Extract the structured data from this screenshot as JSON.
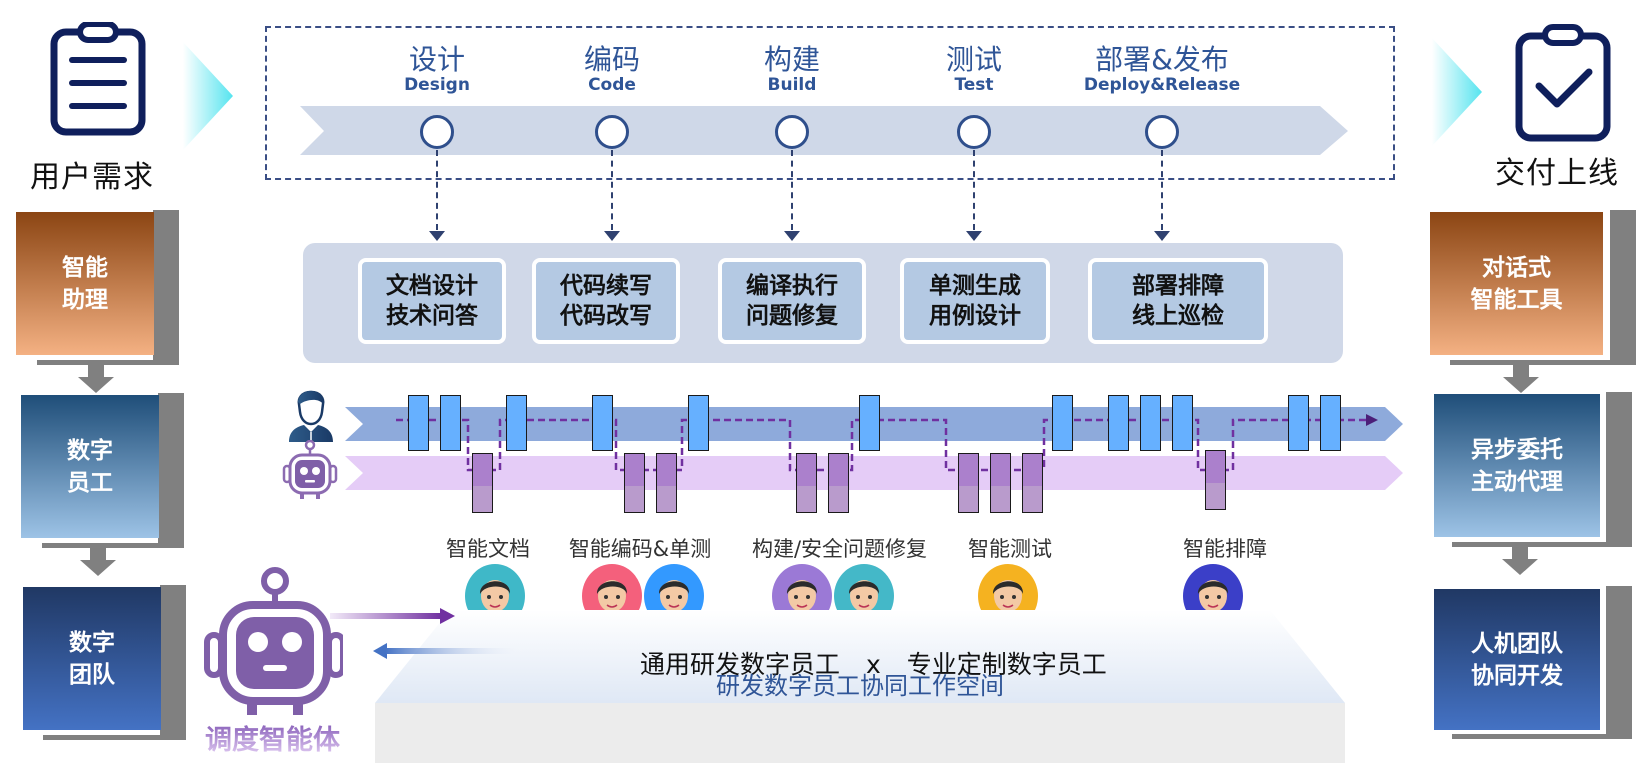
{
  "left_panel": {
    "start_label": "用户需求",
    "start_icon": "clipboard-list-icon",
    "stages": [
      {
        "label_line1": "智能",
        "label_line2": "助理",
        "gradient": [
          "#8b4513",
          "#f4b183"
        ]
      },
      {
        "label_line1": "数字",
        "label_line2": "员工",
        "gradient": [
          "#1f4e79",
          "#9dc3e6"
        ]
      },
      {
        "label_line1": "数字",
        "label_line2": "团队",
        "gradient": [
          "#203864",
          "#4472c4"
        ]
      }
    ]
  },
  "right_panel": {
    "end_label": "交付上线",
    "end_icon": "clipboard-check-icon",
    "stages": [
      {
        "label_line1": "对话式",
        "label_line2": "智能工具",
        "gradient": [
          "#8b4513",
          "#f4b183"
        ]
      },
      {
        "label_line1": "异步委托",
        "label_line2": "主动代理",
        "gradient": [
          "#1f4e79",
          "#9dc3e6"
        ]
      },
      {
        "label_line1": "人机团队",
        "label_line2": "协同开发",
        "gradient": [
          "#203864",
          "#4472c4"
        ]
      }
    ]
  },
  "pipeline": {
    "phases": [
      {
        "zh": "设计",
        "en": "Design",
        "task_line1": "文档设计",
        "task_line2": "技术问答"
      },
      {
        "zh": "编码",
        "en": "Code",
        "task_line1": "代码续写",
        "task_line2": "代码改写"
      },
      {
        "zh": "构建",
        "en": "Build",
        "task_line1": "编译执行",
        "task_line2": "问题修复"
      },
      {
        "zh": "测试",
        "en": "Test",
        "task_line1": "单测生成",
        "task_line2": "用例设计"
      },
      {
        "zh": "部署&发布",
        "en": "Deploy&Release",
        "task_line1": "部署排障",
        "task_line2": "线上巡检"
      }
    ]
  },
  "swimlanes": {
    "human_lane_icon": "person-icon",
    "agent_lane_icon": "robot-icon",
    "human_color": "#8eaadb",
    "agent_color": "#e5ccf7",
    "human_block_color": "#66b0ff",
    "agent_block_color": "#ab80cc",
    "flow_line_color": "#7030a0"
  },
  "agents": [
    {
      "label": "智能文档",
      "avatars": [
        {
          "name": "avatar-woman-glasses",
          "bg": "#3fb8c8"
        }
      ]
    },
    {
      "label": "智能编码&单测",
      "avatars": [
        {
          "name": "avatar-man-glasses",
          "bg": "#f4607c"
        },
        {
          "name": "avatar-young-man-hoodie",
          "bg": "#3399ff"
        }
      ]
    },
    {
      "label": "构建/安全问题修复",
      "avatars": [
        {
          "name": "avatar-boy-glasses",
          "bg": "#9b79d6"
        },
        {
          "name": "avatar-man-spiky-hair",
          "bg": "#44b8c8"
        }
      ]
    },
    {
      "label": "智能测试",
      "avatars": [
        {
          "name": "avatar-woman-earrings",
          "bg": "#f5b220"
        }
      ]
    },
    {
      "label": "智能排障",
      "avatars": [
        {
          "name": "avatar-woman-short-hair",
          "bg": "#3b3fc8"
        }
      ]
    }
  ],
  "workspace": {
    "tagline_left": "通用研发数字员工",
    "tagline_x": "x",
    "tagline_right": "专业定制数字员工",
    "title": "研发数字员工协同工作空间"
  },
  "orchestrator": {
    "label": "调度智能体",
    "icon": "robot-icon",
    "color": "#7f5fa8"
  }
}
